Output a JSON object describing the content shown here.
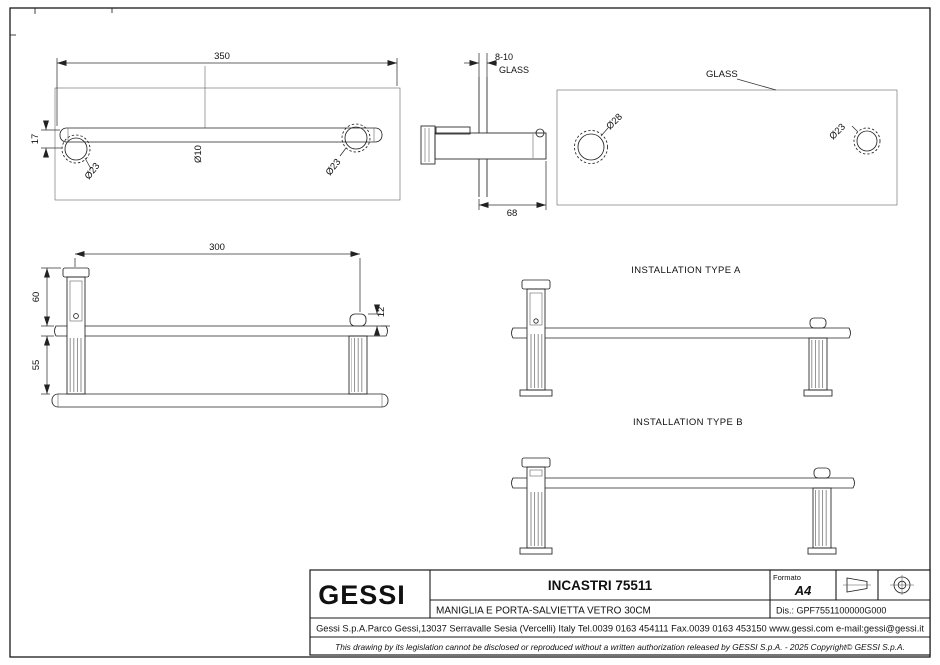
{
  "views": {
    "top": {
      "dim_length": "350",
      "dim_offset": "17",
      "dia_left": "Ø23",
      "dia_bar": "Ø10",
      "dia_right": "Ø23"
    },
    "side": {
      "dim_glass_thickness": "8-10",
      "glass_label": "GLASS",
      "dim_depth": "68"
    },
    "plan": {
      "glass_label": "GLASS",
      "dia_large": "Ø28",
      "dia_small": "Ø23"
    },
    "front": {
      "dim_length": "300",
      "dim_upper": "60",
      "dim_lower": "55",
      "dim_knob": "12"
    },
    "install_a": {
      "label": "INSTALLATION TYPE A"
    },
    "install_b": {
      "label": "INSTALLATION TYPE B"
    }
  },
  "title_block": {
    "logo": "GESSI",
    "product_code": "INCASTRI 75511",
    "description": "MANIGLIA E PORTA-SALVIETTA VETRO 30CM",
    "formato_label": "Formato",
    "formato_value": "A4",
    "drawing_number": "Dis.: GPF7551100000G000",
    "address": "Gessi S.p.A.Parco Gessi,13037 Serravalle Sesia (Vercelli) Italy Tel.0039 0163 454111 Fax.0039 0163 453150 www.gessi.com e-mail:gessi@gessi.it",
    "copyright": "This drawing by its legislation cannot be disclosed or reproduced without a written authorization released by GESSI S.p.A. - 2025 Copyright© GESSI S.p.A."
  },
  "colors": {
    "line": "#1a1a1a",
    "background": "#ffffff"
  }
}
